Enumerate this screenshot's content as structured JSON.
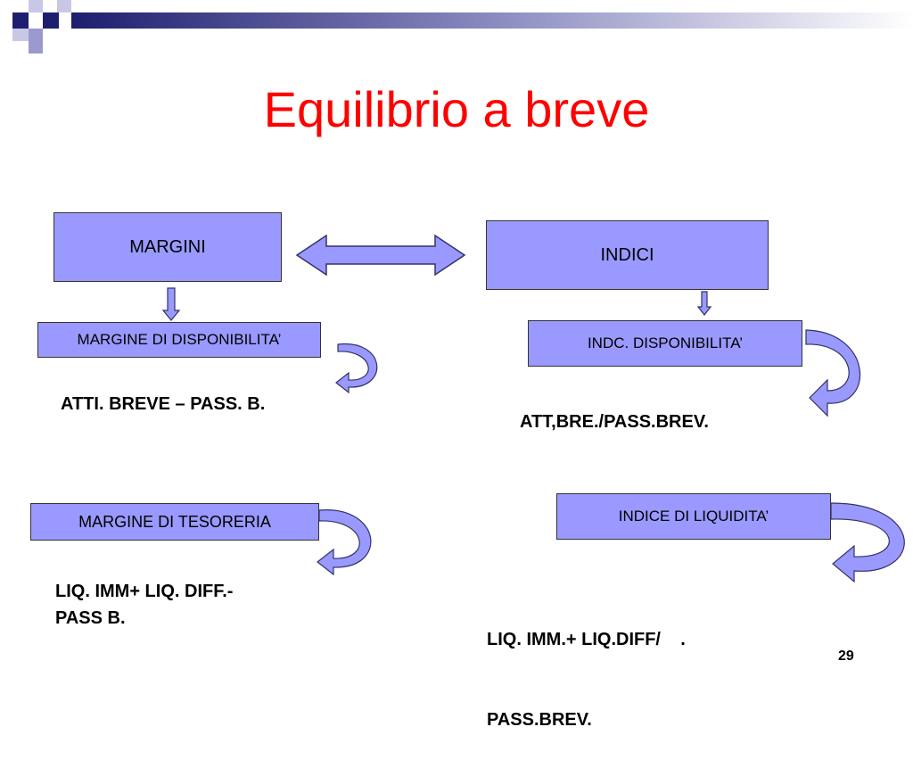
{
  "title": "Equilibrio a breve",
  "left": {
    "heading": "MARGINI",
    "item1": {
      "label": "MARGINE DI DISPONIBILITA’",
      "formula": "ATTI.  BREVE – PASS. B."
    },
    "item2": {
      "label": "MARGINE DI TESORERIA",
      "formula_line1": "LIQ.  IMM+ LIQ. DIFF.-",
      "formula_line2": "PASS B."
    }
  },
  "right": {
    "heading": "INDICI",
    "item1": {
      "label": "INDC. DISPONIBILITA’",
      "formula": "ATT,BRE./PASS.BREV."
    },
    "item2": {
      "label": "INDICE DI LIQUIDITA’",
      "formula_line1": "LIQ. IMM.+ LIQ.DIFF/    .",
      "formula_line2": "PASS.BREV."
    }
  },
  "page_number": "29",
  "colors": {
    "box_fill": "#9999ff",
    "title": "#ff0000",
    "header_bar": "#2b2b7a"
  }
}
